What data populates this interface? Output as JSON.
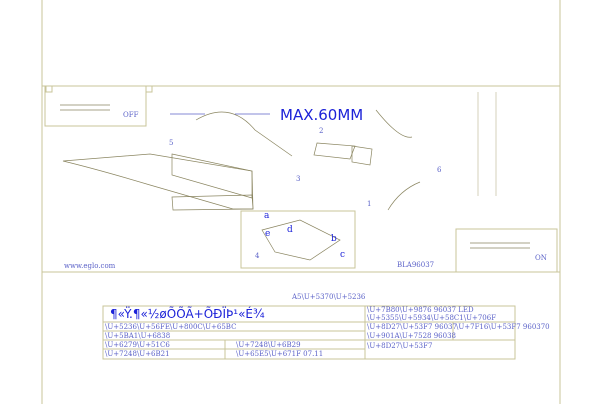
{
  "drawing": {
    "max_label": "MAX.60MM",
    "website": "www.eglo.com",
    "model_code": "BLA96037",
    "off_label": "OFF",
    "on_label": "ON",
    "step_numbers": [
      "1",
      "2",
      "3",
      "4",
      "5",
      "6"
    ],
    "detail_letters": [
      "a",
      "b",
      "c",
      "d",
      "e"
    ],
    "line_color": "#c8c49a",
    "accent_color": "#1c22d8"
  },
  "sheet": {
    "paper_size": "A5\\U+5370\\U+5236",
    "title_garbled": "¶«Ÿ.¶«½øÕÕÃ+ÕÐÏÞ¹«É¾",
    "header_right": "\\U+7B80\\U+9876 96037 LED \\U+5355\\U+5934\\U+58C1\\U+706F",
    "rows": [
      [
        "\\U+5236\\U+56FE\\U+800C\\U+65BC",
        "",
        "\\U+8D27\\U+53F7 96037",
        "\\U+7F16\\U+53F7 960370"
      ],
      [
        "\\U+5BA1\\U+6838",
        "",
        "\\U+901A\\U+7528 96038",
        ""
      ],
      [
        "\\U+6279\\U+51C6",
        "\\U+7248\\U+6B29",
        "\\U+8D27\\U+53F7",
        ""
      ],
      [
        "\\U+7248\\U+6B21",
        "\\U+65E5\\U+671F 07.11",
        "",
        ""
      ]
    ]
  }
}
